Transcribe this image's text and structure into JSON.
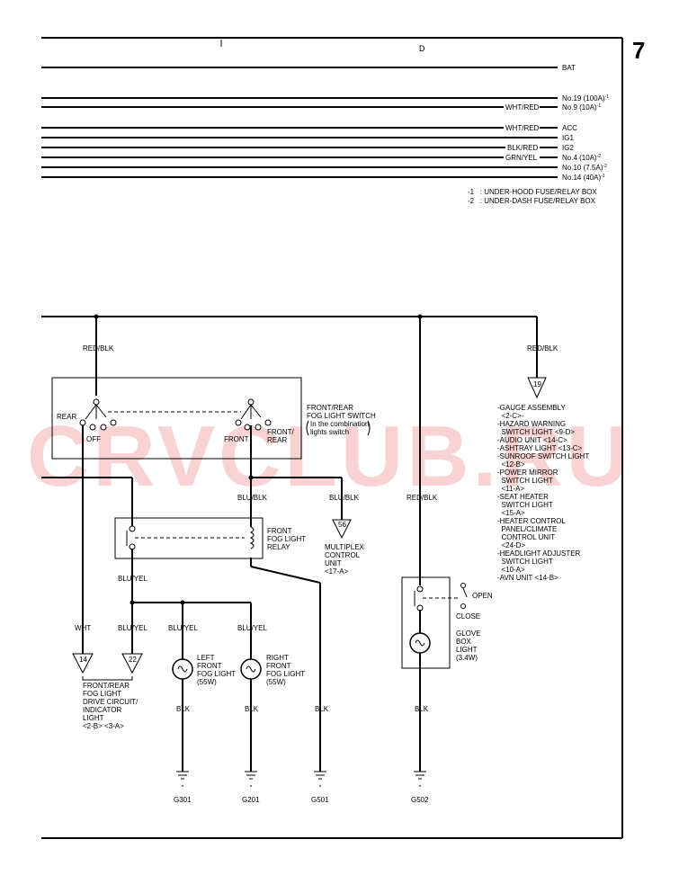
{
  "page_number": "7",
  "column_i": "I",
  "column_d": "D",
  "watermark": "CRVCLUB.RU",
  "power_rails": {
    "bat": "BAT",
    "fuse19": "No.19 (100A)",
    "fuse19_sup": "-1",
    "fuse9_wire": "WHT/RED",
    "fuse9": "No.9 (10A)",
    "fuse9_sup": "-1",
    "acc_wire": "WHT/RED",
    "acc": "ACC",
    "ig1": "IG1",
    "ig2_wire": "BLK/RED",
    "ig2": "IG2",
    "fuse4_wire": "GRN/YEL",
    "fuse4": "No.4 (10A)",
    "fuse4_sup": "-2",
    "fuse10": "No.10 (7.5A)",
    "fuse10_sup": "-2",
    "fuse14": "No.14 (40A)",
    "fuse14_sup": "-1"
  },
  "footnotes": [
    "-1   : UNDER-HOOD FUSE/RELAY BOX",
    "-2   : UNDER-DASH FUSE/RELAY BOX"
  ],
  "wires": {
    "red_blk_left": "RED/BLK",
    "red_blk_right": "RED/BLK",
    "red_blk_glove": "RED/BLK",
    "blu_blk_1": "BLU/BLK",
    "blu_blk_2": "BLU/BLK",
    "blu_yel_relay": "BLU/YEL",
    "wht": "WHT",
    "blu_yel_22": "BLU/YEL",
    "blu_yel_left_fog": "BLU/YEL",
    "blu_yel_right_fog": "BLU/YEL",
    "blk_g301": "BLK",
    "blk_g201": "BLK",
    "blk_g501": "BLK",
    "blk_g502": "BLK"
  },
  "switch": {
    "rear": "REAR",
    "off": "OFF",
    "front": "FRONT",
    "front_rear_1": "FRONT/",
    "front_rear_2": "REAR",
    "title_1": "FRONT/REAR",
    "title_2": "FOG LIGHT SWITCH",
    "title_3": "In the combination",
    "title_4": "lights switch"
  },
  "relay": {
    "line_1": "FRONT",
    "line_2": "FOG LIGHT",
    "line_3": "RELAY"
  },
  "multiplex": {
    "ref": "56",
    "line_1": "MULTIPLEX",
    "line_2": "CONTROL",
    "line_3": "UNIT",
    "line_4": "<17-A>"
  },
  "connector_19": {
    "ref": "19",
    "items": [
      "-GAUGE ASSEMBLY",
      "  <2-C>-",
      "-HAZARD WARNING",
      "  SWITCH LIGHT <9-D>",
      "-AUDIO UNIT <14-C>",
      "-ASHTRAY LIGHT <13-C>",
      "-SUNROOF SWITCH LIGHT",
      "  <12-B>",
      "-POWER MIRROR",
      "  SWITCH LIGHT",
      "  <11-A>",
      "-SEAT HEATER",
      "  SWITCH LIGHT",
      "  <15-A>",
      "-HEATER CONTROL",
      "  PANEL/CLIMATE",
      "  CONTROL UNIT",
      "  <24-D>",
      "-HEADLIGHT ADJUSTER",
      "  SWITCH LIGHT",
      "  <10-A>",
      "-AVN UNIT <14-B>"
    ]
  },
  "connector_14": "14",
  "connector_22": "22",
  "drive_circuit": [
    "FRONT/REAR",
    "FOG LIGHT",
    "DRIVE CIRCUIT/",
    "INDICATOR",
    "LIGHT",
    "<2-B> <3-A>"
  ],
  "left_fog": [
    "LEFT",
    "FRONT",
    "FOG LIGHT",
    "(55W)"
  ],
  "right_fog": [
    "RIGHT",
    "FRONT",
    "FOG LIGHT",
    "(55W)"
  ],
  "glove_box": {
    "open": "OPEN",
    "close": "CLOSE",
    "lines": [
      "GLOVE",
      "BOX",
      "LIGHT",
      "(3.4W)"
    ]
  },
  "grounds": [
    "G301",
    "G201",
    "G501",
    "G502"
  ]
}
